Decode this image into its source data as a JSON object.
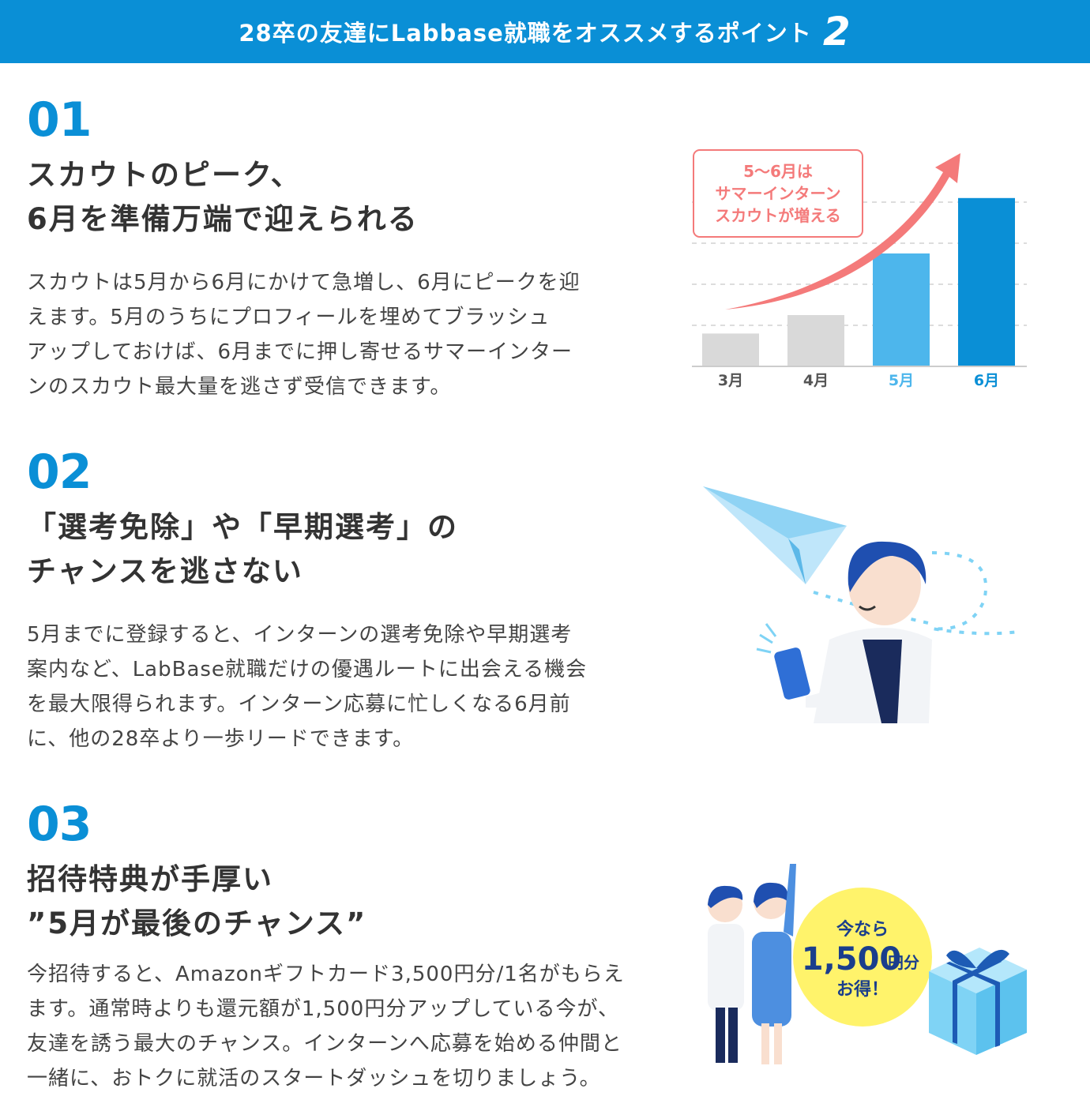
{
  "banner": {
    "title": "28卒の友達にLabbase就職をオススメするポイント",
    "point": "2"
  },
  "sections": [
    {
      "num": "01",
      "heading": [
        "スカウトのピーク、",
        "6月を準備万端で迎えられる"
      ],
      "body": [
        "スカウトは5月から6月にかけて急増し、6月にピークを迎",
        "えます。5月のうちにプロフィールを埋めてブラッシュ",
        "アップしておけば、6月までに押し寄せるサマーインター",
        "ンのスカウト最大量を逃さず受信できます。"
      ]
    },
    {
      "num": "02",
      "heading": [
        "「選考免除」や「早期選考」の",
        "チャンスを逃さない"
      ],
      "body": [
        "5月までに登録すると、インターンの選考免除や早期選考",
        "案内など、LabBase就職だけの優遇ルートに出会える機会",
        "を最大限得られます。インターン応募に忙しくなる6月前",
        "に、他の28卒より一歩リードできます。"
      ]
    },
    {
      "num": "03",
      "heading": [
        "招待特典が手厚い",
        "”5月が最後のチャンス”"
      ],
      "body": [
        "今招待すると、Amazonギフトカード3,500円分/1名がもらえ",
        "ます。通常時よりも還元額が1,500円分アップしている今が、",
        "友達を誘う最大のチャンス。インターンへ応募を始める仲間と",
        "一緒に、おトクに就活のスタートダッシュを切りましょう。"
      ]
    }
  ],
  "chart_data": {
    "type": "bar",
    "categories": [
      "3月",
      "4月",
      "5月",
      "6月"
    ],
    "values": [
      1.6,
      2.5,
      5.5,
      8.2
    ],
    "ylim": [
      0,
      10
    ],
    "annotation": [
      "5〜6月は",
      "サマーインターン",
      "スカウトが増える"
    ],
    "colors": {
      "past": "#d9d9d9",
      "may": "#4db6ec",
      "june": "#0a8fd6",
      "arrow": "#f47a7a",
      "past_label": "#555555",
      "may_label": "#4db6ec",
      "june_label": "#0a8fd6"
    }
  },
  "gift_badge": {
    "line1": "今なら",
    "amount": "1,500",
    "unit": "円分",
    "line3": "お得！"
  },
  "colors": {
    "accent": "#0a8fd6",
    "badge": "#fff36b",
    "gift_box": "#7fd3f5",
    "ribbon": "#1d5bb5"
  }
}
